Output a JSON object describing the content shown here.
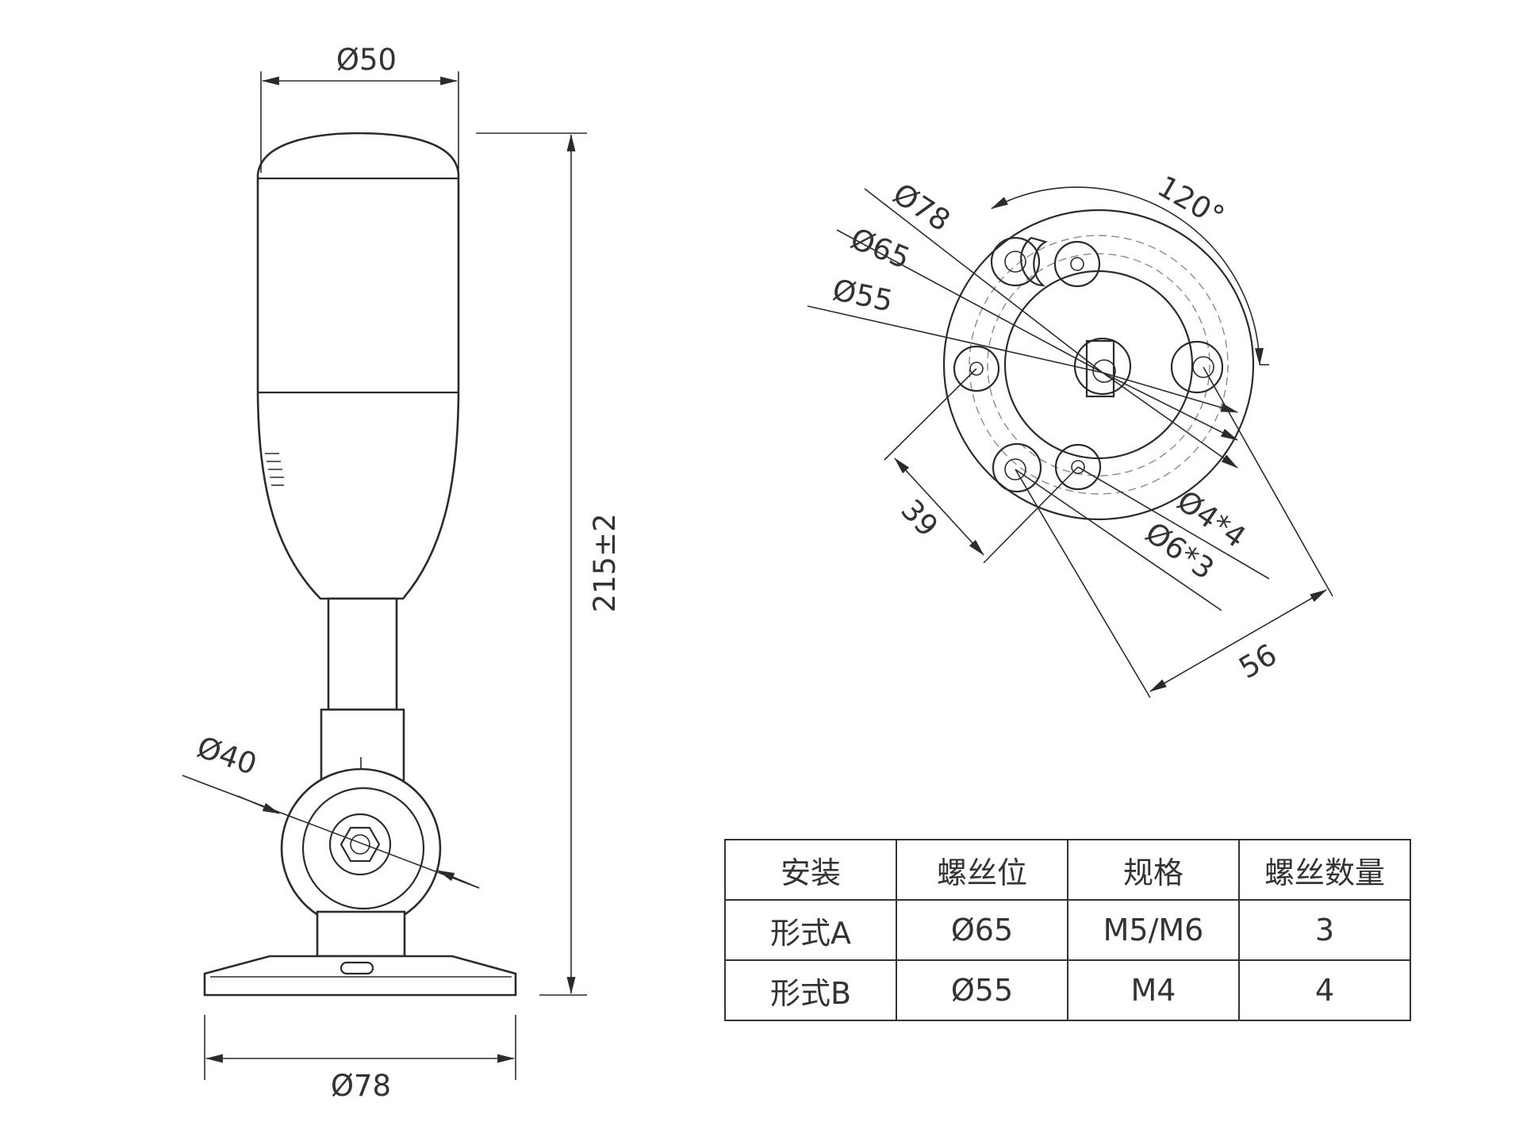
{
  "side_view": {
    "dims": {
      "top_diameter": "Ø50",
      "height": "215±2",
      "joint_diameter": "Ø40",
      "base_diameter": "Ø78"
    }
  },
  "bottom_view": {
    "dims": {
      "outer_diameter": "Ø78",
      "pitch_a": "Ø65",
      "pitch_b": "Ø55",
      "angle": "120°",
      "hole_small": "Ø4*4",
      "hole_large": "Ø6*3",
      "span_39": "39",
      "span_56": "56"
    }
  },
  "table": {
    "headers": [
      "安装",
      "螺丝位",
      "规格",
      "螺丝数量"
    ],
    "rows": [
      [
        "形式A",
        "Ø65",
        "M5/M6",
        "3"
      ],
      [
        "形式B",
        "Ø55",
        "M4",
        "4"
      ]
    ]
  }
}
